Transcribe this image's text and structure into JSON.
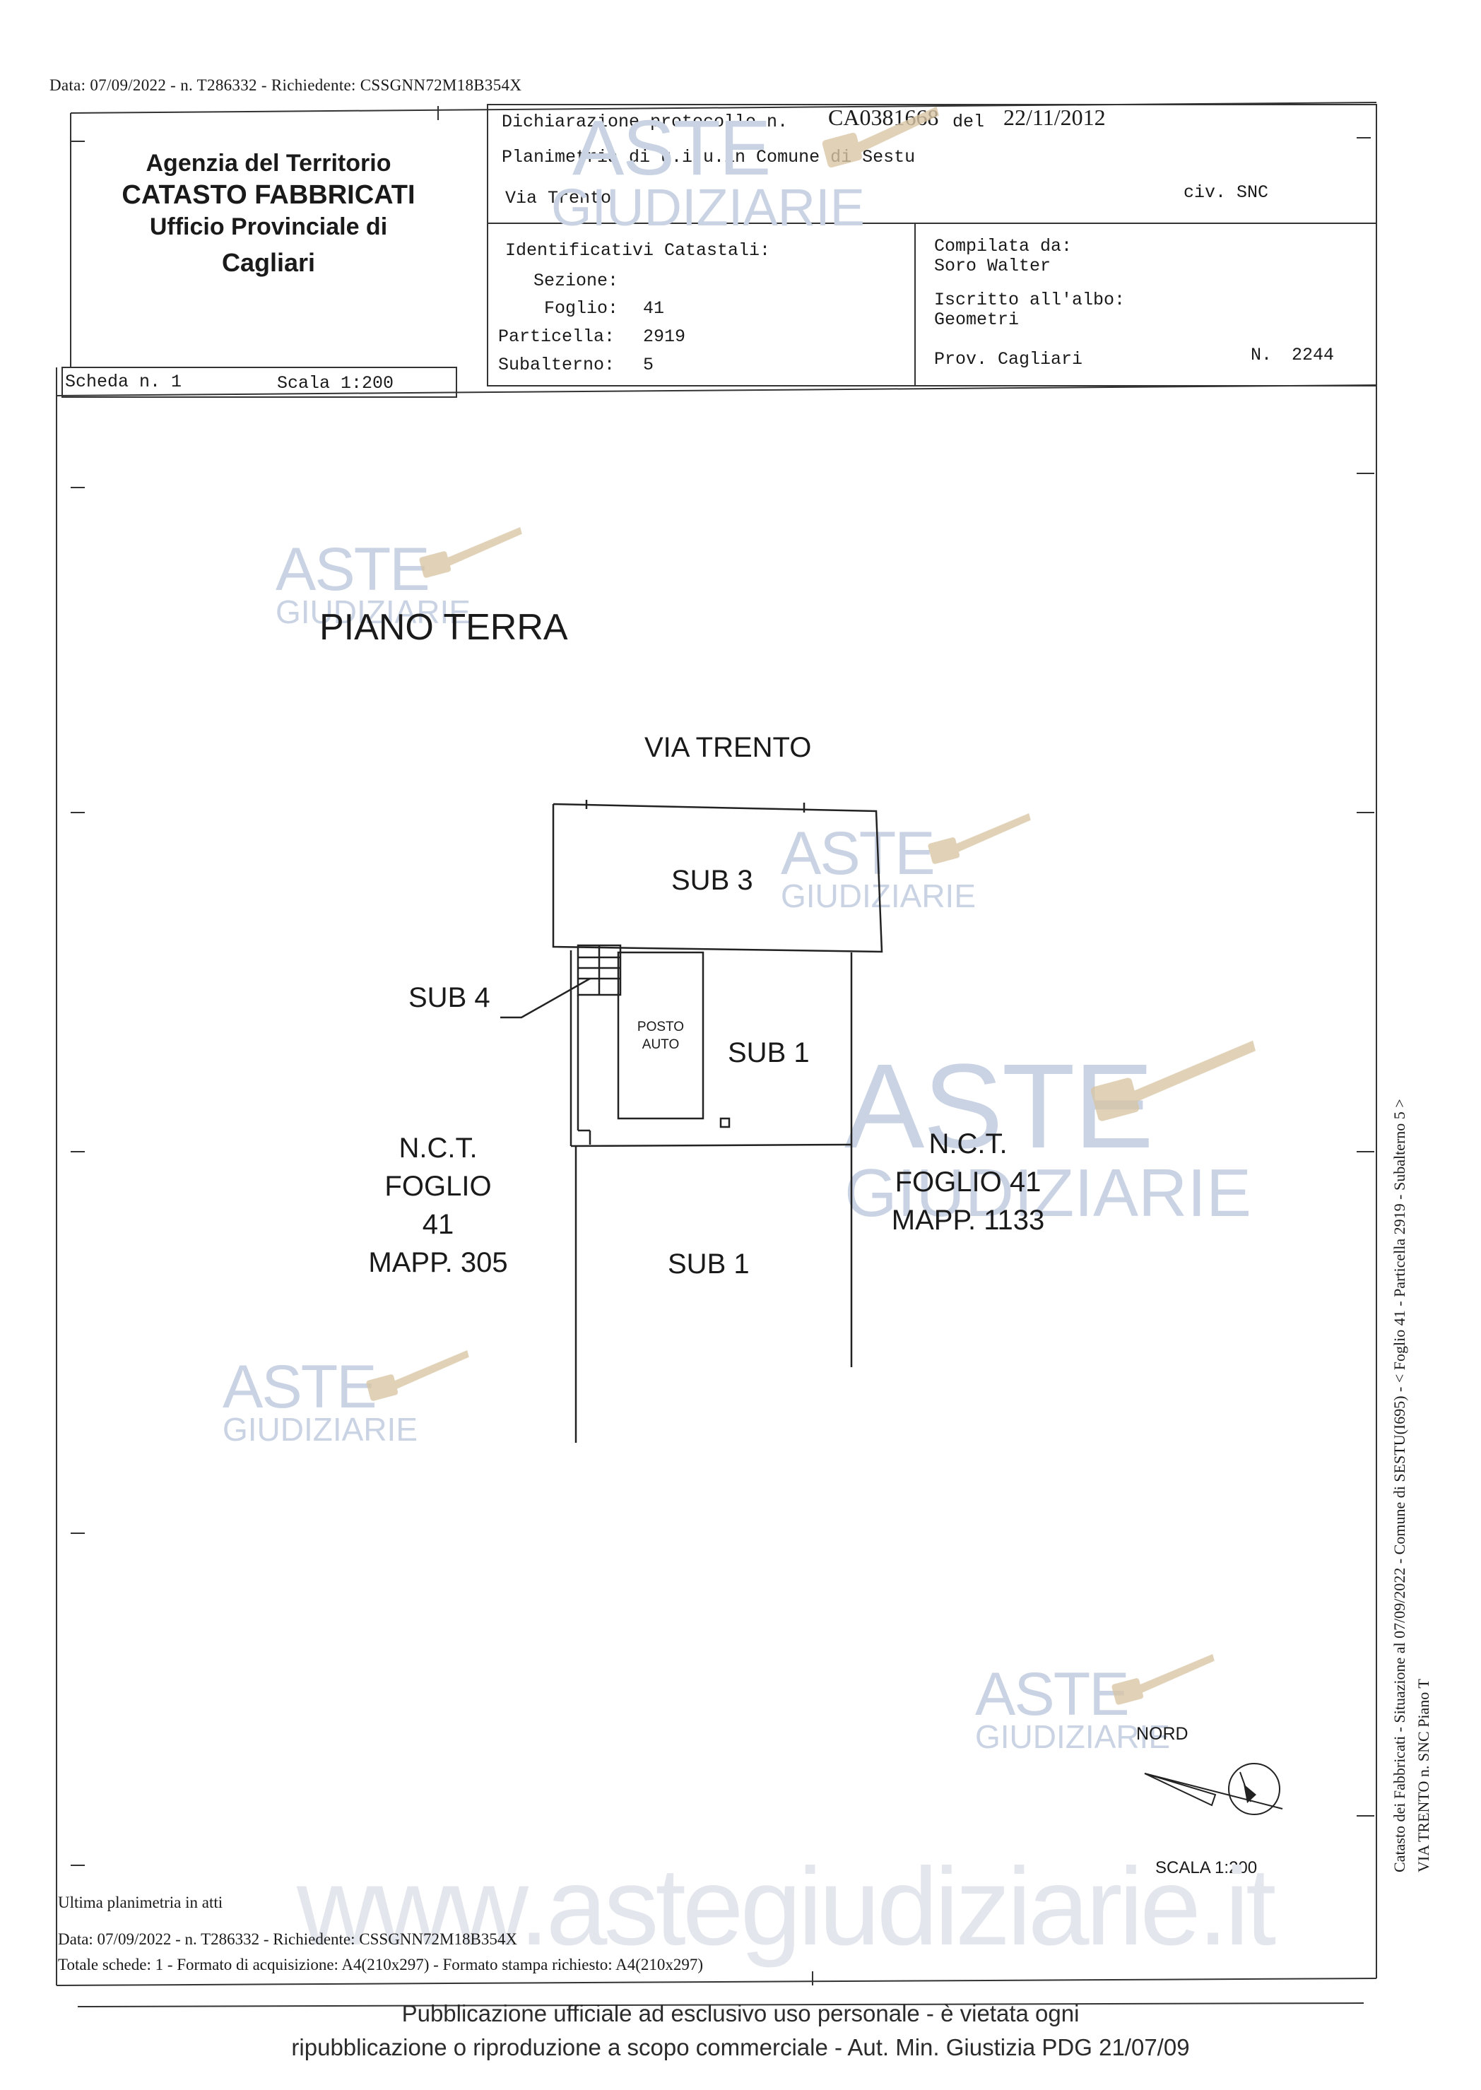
{
  "top_meta": "Data: 07/09/2022 - n. T286332 - Richiedente: CSSGNN72M18B354X",
  "agency": {
    "line1": "Agenzia del Territorio",
    "line2": "CATASTO FABBRICATI",
    "line3": "Ufficio Provinciale di",
    "line4": "Cagliari"
  },
  "header": {
    "dichiarazione_label": "Dichiarazione protocollo n.",
    "protocollo": "CA0381668",
    "del_label": "del",
    "date": "22/11/2012",
    "planimetria": "Planimetria di u.i.u.in Comune di Sestu",
    "via": "Via Trento",
    "civ": "civ. SNC"
  },
  "identificativi": {
    "title": "Identificativi Catastali:",
    "sezione_label": "Sezione:",
    "foglio_label": "Foglio:",
    "foglio": "41",
    "particella_label": "Particella:",
    "particella": "2919",
    "subalterno_label": "Subalterno:",
    "subalterno": "5"
  },
  "compilata": {
    "label": "Compilata da:",
    "name": "Soro Walter",
    "iscritto_label": "Iscritto all'albo:",
    "albo": "Geometri",
    "prov": "Prov. Cagliari",
    "n_label": "N.",
    "n": "2244"
  },
  "scheda": {
    "label": "Scheda n. 1",
    "scala": "Scala 1:200"
  },
  "plan": {
    "title": "PIANO TERRA",
    "street": "VIA TRENTO",
    "sub3": "SUB 3",
    "sub4": "SUB 4",
    "posto_auto_1": "POSTO",
    "posto_auto_2": "AUTO",
    "sub1_upper": "SUB 1",
    "sub1_lower": "SUB 1",
    "left_nct": "N.C.T.",
    "left_foglio": "FOGLIO 41",
    "left_mapp": "MAPP. 305",
    "right_nct": "N.C.T.",
    "right_foglio": "FOGLIO 41",
    "right_mapp": "MAPP. 1133",
    "nord": "NORD",
    "scala": "SCALA 1:200"
  },
  "watermark": {
    "aste": "ASTE",
    "giudiziarie": "GIUDIZIARIE",
    "site": "www.astegiudiziarie.it"
  },
  "footer": {
    "ultima": "Ultima planimetria in atti",
    "data": "Data: 07/09/2022 - n. T286332 - Richiedente: CSSGNN72M18B354X",
    "totale": "Totale schede: 1 - Formato di acquisizione: A4(210x297) - Formato stampa richiesto: A4(210x297)",
    "pub1": "Pubblicazione ufficiale ad esclusivo uso personale - è vietata ogni",
    "pub2": "ripubblicazione o riproduzione a scopo commerciale - Aut. Min. Giustizia PDG 21/07/09"
  },
  "side_text": {
    "line1": "Catasto dei Fabbricati - Situazione al 07/09/2022 - Comune di SESTU(I695) - < Foglio 41 - Particella 2919 - Subalterno 5 >",
    "line2": "VIA TRENTO n. SNC Piano T"
  }
}
